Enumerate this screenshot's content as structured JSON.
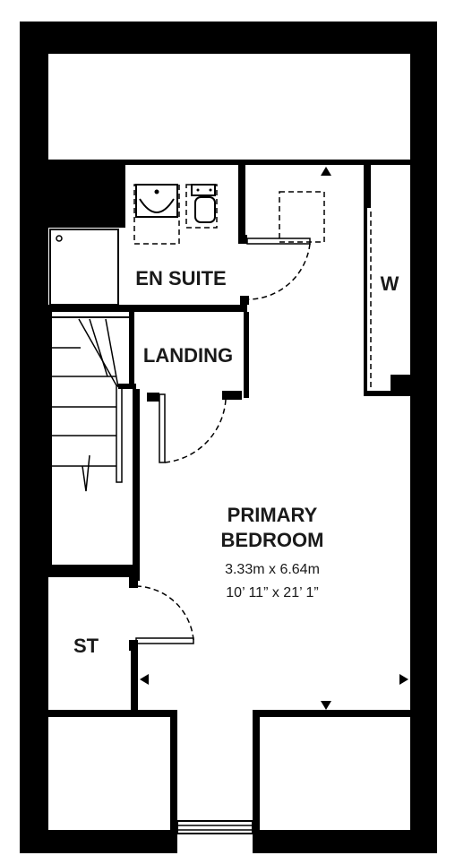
{
  "rooms": {
    "en_suite": "EN SUITE",
    "landing": "LANDING",
    "wardrobe": "W",
    "primary_bedroom_line1": "PRIMARY",
    "primary_bedroom_line2": "BEDROOM",
    "store": "ST"
  },
  "dimensions": {
    "metric": "3.33m x 6.64m",
    "imperial": "10’ 11” x 21’ 1”"
  },
  "colors": {
    "wall": "#000000",
    "background": "#ffffff",
    "text": "#1a1a1a"
  }
}
